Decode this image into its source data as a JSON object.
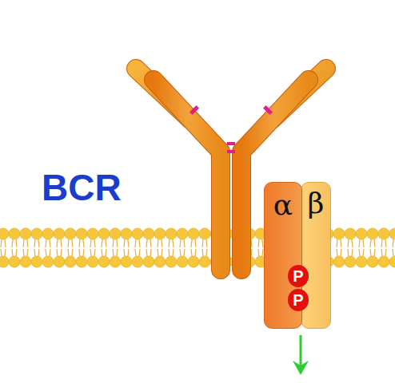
{
  "diagram": {
    "nodes": [
      {
        "text": [
          "α"
        ]
      },
      {
        "text": [
          "β"
        ]
      },
      {
        "text": [
          "P"
        ]
      },
      {
        "text": [
          "P"
        ]
      }
    ],
    "labels": [
      "BCR"
    ]
  }
}
